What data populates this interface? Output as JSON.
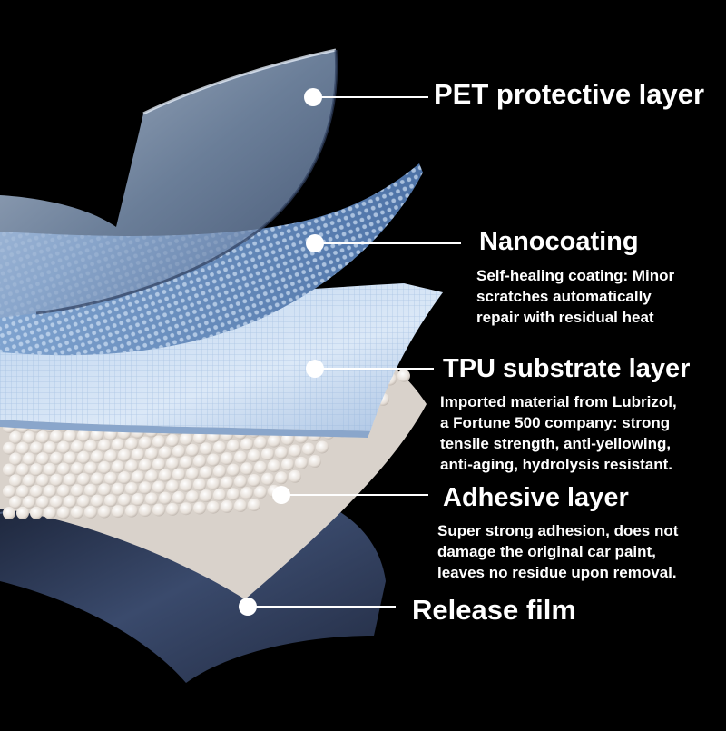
{
  "theme": {
    "background": "#000000",
    "text_color": "#ffffff",
    "release_film_color": "#2b3a58",
    "adhesive_color": "#e8e2dc",
    "tpu_color": "#cfe0f3",
    "nanocoating_color": "#6f93c2",
    "pet_color": "#9eb6d4"
  },
  "layers": [
    {
      "id": "pet",
      "title": "PET protective layer",
      "description": []
    },
    {
      "id": "nano",
      "title": "Nanocoating",
      "description": [
        "Self-healing coating: Minor",
        "scratches automatically",
        "repair with residual heat"
      ]
    },
    {
      "id": "tpu",
      "title": "TPU substrate layer",
      "description": [
        "Imported material from Lubrizol,",
        "a Fortune 500 company: strong",
        "tensile strength, anti-yellowing,",
        "anti-aging, hydrolysis resistant."
      ]
    },
    {
      "id": "adhesive",
      "title": "Adhesive layer",
      "description": [
        "Super strong adhesion, does not",
        "damage the original car paint,",
        "leaves no residue upon removal."
      ]
    },
    {
      "id": "release",
      "title": "Release film",
      "description": []
    }
  ]
}
